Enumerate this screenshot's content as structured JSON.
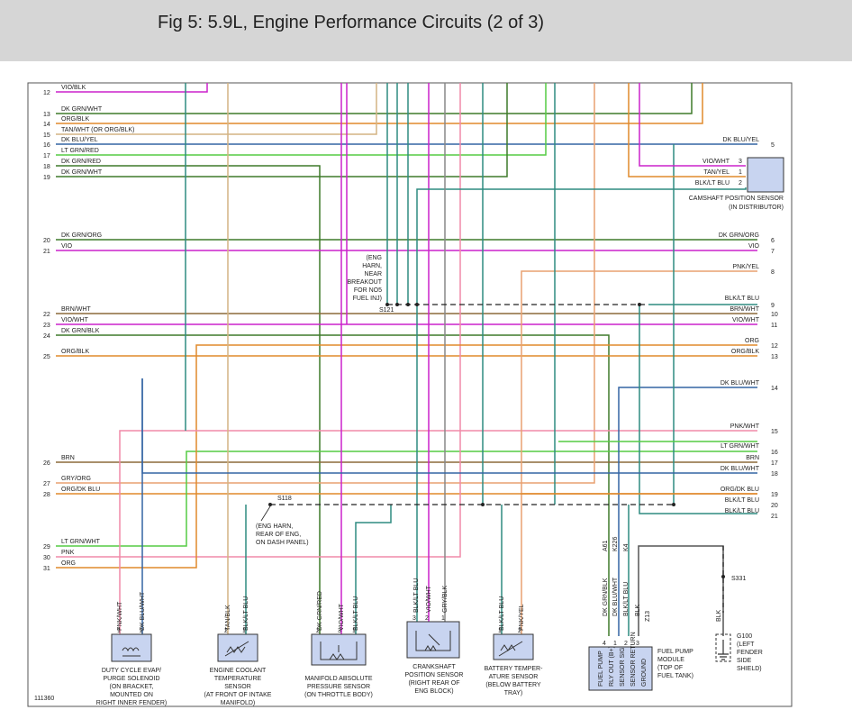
{
  "title": "Fig 5: 5.9L, Engine Performance Circuits (2 of 3)",
  "figure_id": "111360",
  "colors": {
    "wire_default": "#2e8b80",
    "vio": "#cc22cc",
    "orange": "#e08a2c",
    "brown": "#8b6a3a",
    "tan": "#d4b483",
    "dkgrn": "#3f7a2a",
    "ltgrn": "#55cc44",
    "pink": "#f08aa8",
    "blue": "#3465a4",
    "purple": "#c020c0",
    "box": "#c8d4f0"
  },
  "left_wires": [
    {
      "pin": "12",
      "label": "VIO/BLK"
    },
    {
      "pin": "13",
      "label": "DK GRN/WHT"
    },
    {
      "pin": "14",
      "label": "ORG/BLK"
    },
    {
      "pin": "15",
      "label": "TAN/WHT (OR ORG/BLK)"
    },
    {
      "pin": "16",
      "label": "DK BLU/YEL"
    },
    {
      "pin": "17",
      "label": "LT GRN/RED"
    },
    {
      "pin": "18",
      "label": "DK GRN/RED"
    },
    {
      "pin": "19",
      "label": "DK GRN/WHT"
    },
    {
      "pin": "20",
      "label": "DK GRN/ORG"
    },
    {
      "pin": "21",
      "label": "VIO"
    },
    {
      "pin": "22",
      "label": "BRN/WHT"
    },
    {
      "pin": "23",
      "label": "VIO/WHT"
    },
    {
      "pin": "24",
      "label": "DK GRN/BLK"
    },
    {
      "pin": "25",
      "label": "ORG/BLK"
    },
    {
      "pin": "26",
      "label": "BRN"
    },
    {
      "pin": "27",
      "label": "GRY/ORG"
    },
    {
      "pin": "28",
      "label": "ORG/DK BLU"
    },
    {
      "pin": "29",
      "label": "LT GRN/WHT"
    },
    {
      "pin": "30",
      "label": "PNK"
    },
    {
      "pin": "31",
      "label": "ORG"
    }
  ],
  "right_wires": [
    {
      "pin": "5",
      "label": "DK BLU/YEL"
    },
    {
      "pin": "6",
      "label": "DK GRN/ORG"
    },
    {
      "pin": "7",
      "label": "VIO"
    },
    {
      "pin": "8",
      "label": "PNK/YEL"
    },
    {
      "pin": "9",
      "label": "BLK/LT BLU"
    },
    {
      "pin": "10",
      "label": "BRN/WHT"
    },
    {
      "pin": "11",
      "label": "VIO/WHT"
    },
    {
      "pin": "12",
      "label": "ORG"
    },
    {
      "pin": "13",
      "label": "ORG/BLK"
    },
    {
      "pin": "14",
      "label": "DK BLU/WHT"
    },
    {
      "pin": "15",
      "label": "PNK/WHT"
    },
    {
      "pin": "16",
      "label": "LT GRN/WHT"
    },
    {
      "pin": "17",
      "label": "BRN"
    },
    {
      "pin": "18",
      "label": "DK BLU/WHT"
    },
    {
      "pin": "19",
      "label": "ORG/DK BLU"
    },
    {
      "pin": "20",
      "label": "BLK/LT BLU"
    },
    {
      "pin": "21",
      "label": "BLK/LT BLU"
    }
  ],
  "camshaft": {
    "wires": [
      {
        "label": "VIO/WHT",
        "pin": "3"
      },
      {
        "label": "TAN/YEL",
        "pin": "1"
      },
      {
        "label": "BLK/LT BLU",
        "pin": "2"
      }
    ],
    "caption": [
      "CAMSHAFT POSITION SENSOR",
      "(IN DISTRIBUTOR)"
    ]
  },
  "splices": {
    "s121": {
      "id": "S121",
      "note": [
        "(ENG",
        "HARN,",
        "NEAR",
        "BREAKOUT",
        "FOR NO5",
        "FUEL INJ)"
      ]
    },
    "s118": {
      "id": "S118",
      "note": [
        "(ENG HARN,",
        "REAR OF ENG,",
        "ON DASH PANEL)"
      ]
    },
    "s331": {
      "id": "S331"
    }
  },
  "components": [
    {
      "pins": [
        {
          "num": "1",
          "label": "PNK/WHT"
        },
        {
          "num": "2",
          "label": "DK BLU/WHT"
        }
      ],
      "caption": [
        "DUTY CYCLE EVAP/",
        "PURGE SOLENOID",
        "(ON BRACKET,",
        "MOUNTED ON",
        "RIGHT INNER FENDER)"
      ]
    },
    {
      "pins": [
        {
          "num": "2",
          "label": "TAN/BLK"
        },
        {
          "num": "1",
          "label": "BLK/LT BLU"
        }
      ],
      "caption": [
        "ENGINE COOLANT",
        "TEMPERATURE",
        "SENSOR",
        "(AT FRONT OF INTAKE",
        "MANIFOLD)"
      ]
    },
    {
      "pins": [
        {
          "num": "2",
          "label": "DK GRN/RED"
        },
        {
          "num": "3",
          "label": "VIO/WHT"
        },
        {
          "num": "1",
          "label": "BLK/LT BLU"
        }
      ],
      "caption": [
        "MANIFOLD ABSOLUTE",
        "PRESSURE SENSOR",
        "(ON THROTTLE BODY)"
      ]
    },
    {
      "pins": [
        {
          "num": "3",
          "label": "BLK/LT BLU"
        },
        {
          "num": "2",
          "label": "VIO/WHT"
        },
        {
          "num": "1",
          "label": "GRY/BLK"
        }
      ],
      "caption": [
        "CRANKSHAFT",
        "POSITION SENSOR",
        "(RIGHT REAR OF",
        "ENG BLOCK)"
      ]
    },
    {
      "pins": [
        {
          "num": "1",
          "label": "BLK/LT BLU"
        },
        {
          "num": "2",
          "label": "PNK/YEL"
        }
      ],
      "caption": [
        "BATTERY TEMPER-",
        "ATURE SENSOR",
        "(BELOW BATTERY",
        "TRAY)"
      ]
    }
  ],
  "fuel_pump": {
    "pins": [
      {
        "num": "4",
        "label": "DK GRN/BLK",
        "code": "A61",
        "func": "FUEL PUMP"
      },
      {
        "num": "1",
        "label": "DK BLU/WHT",
        "code": "K226",
        "func": "RLY OUT (B+)"
      },
      {
        "num": "2",
        "label": "BLK/LT BLU",
        "code": "K4",
        "func": "SENSOR SIG"
      },
      {
        "num": "3",
        "label": "BLK",
        "code": "Z13",
        "func": "SENSOR RETURN"
      },
      {
        "num": "",
        "label": "",
        "code": "",
        "func": "GROUND"
      }
    ],
    "caption": [
      "FUEL PUMP",
      "MODULE",
      "(TOP OF",
      "FUEL TANK)"
    ]
  },
  "ground": {
    "wire": "BLK",
    "id": "G100",
    "caption": [
      "(LEFT",
      "FENDER",
      "SIDE",
      "SHIELD)"
    ]
  }
}
